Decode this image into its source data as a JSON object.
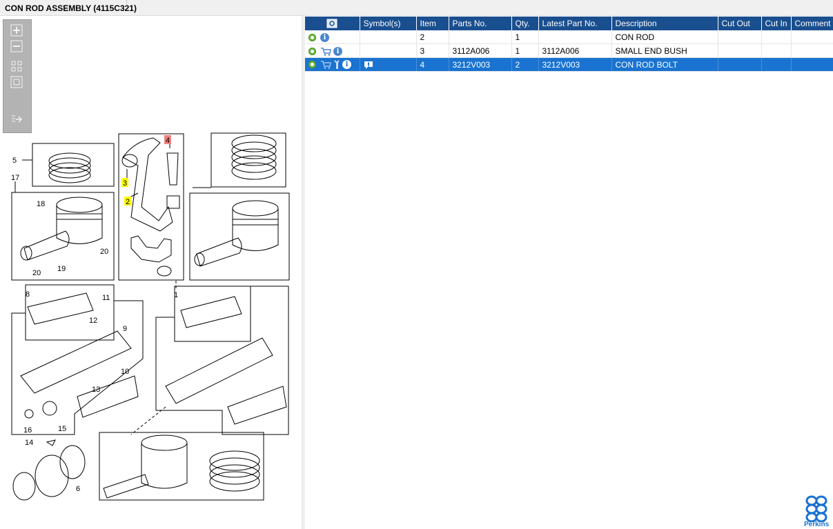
{
  "window": {
    "title": "CON ROD ASSEMBLY (4115C321)"
  },
  "zoom_panel": {
    "buttons": [
      "zoom-in",
      "zoom-out",
      "fit-all",
      "actual-size",
      "export"
    ]
  },
  "diagram": {
    "callouts": [
      "5",
      "17",
      "18",
      "20",
      "19",
      "20",
      "3",
      "2",
      "4",
      "1",
      "8",
      "11",
      "12",
      "9",
      "13",
      "10",
      "16",
      "15",
      "14",
      "6"
    ]
  },
  "grid": {
    "columns": [
      "",
      "Symbol(s)",
      "Item",
      "Parts No.",
      "Qty.",
      "Latest Part No.",
      "Description",
      "Cut Out",
      "Cut In",
      "Comment"
    ],
    "rows": [
      {
        "item": "2",
        "parts_no": "",
        "qty": "1",
        "latest": "",
        "desc": "CON ROD",
        "cut_out": "",
        "cut_in": "",
        "comment": ""
      },
      {
        "item": "3",
        "parts_no": "3112A006",
        "qty": "1",
        "latest": "3112A006",
        "desc": "SMALL END BUSH",
        "cut_out": "",
        "cut_in": "",
        "comment": ""
      },
      {
        "item": "4",
        "parts_no": "3212V003",
        "qty": "2",
        "latest": "3212V003",
        "desc": "CON ROD BOLT",
        "cut_out": "",
        "cut_in": "",
        "comment": ""
      }
    ]
  },
  "brand": {
    "name": "Perkins",
    "color": "#1a73d0"
  },
  "colors": {
    "header": "#1a4f8f",
    "selected_row": "#1a73d0",
    "gear": "#6cb33f",
    "info": "#4a87cf"
  }
}
